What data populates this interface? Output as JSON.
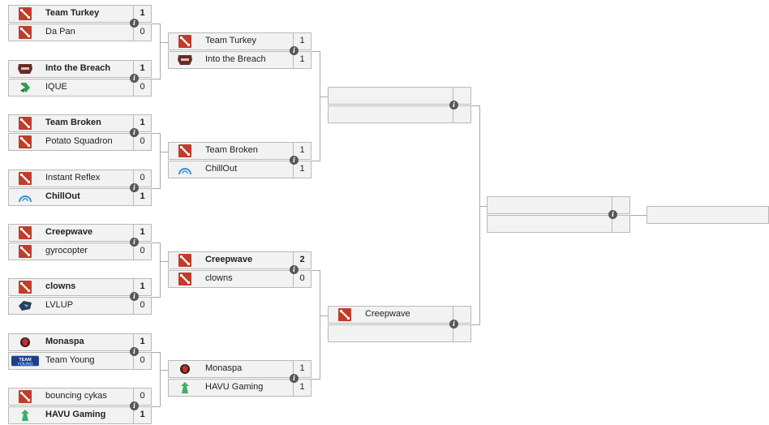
{
  "colors": {
    "slot_bg": "#f2f2f2",
    "border": "#b9b9b9",
    "line": "#a8a8a8",
    "info": "#575757",
    "dota_red": "#c23c2a"
  },
  "info_glyph": "i",
  "round1": [
    {
      "teams": [
        {
          "name": "Team Turkey",
          "score": "1",
          "win": true,
          "icon": "dota2-icon"
        },
        {
          "name": "Da Pan",
          "score": "0",
          "win": false,
          "icon": "dota2-icon"
        }
      ]
    },
    {
      "teams": [
        {
          "name": "Into the Breach",
          "score": "1",
          "win": true,
          "icon": "breach-logo-icon"
        },
        {
          "name": "IQUE",
          "score": "0",
          "win": false,
          "icon": "ique-logo-icon"
        }
      ]
    },
    {
      "teams": [
        {
          "name": "Team Broken",
          "score": "1",
          "win": true,
          "icon": "dota2-icon"
        },
        {
          "name": "Potato Squadron",
          "score": "0",
          "win": false,
          "icon": "dota2-icon"
        }
      ]
    },
    {
      "teams": [
        {
          "name": "Instant Reflex",
          "score": "0",
          "win": false,
          "icon": "dota2-icon"
        },
        {
          "name": "ChillOut",
          "score": "1",
          "win": true,
          "icon": "chillout-logo-icon"
        }
      ]
    },
    {
      "teams": [
        {
          "name": "Creepwave",
          "score": "1",
          "win": true,
          "icon": "dota2-icon"
        },
        {
          "name": "gyrocopter",
          "score": "0",
          "win": false,
          "icon": "dota2-icon"
        }
      ]
    },
    {
      "teams": [
        {
          "name": "clowns",
          "score": "1",
          "win": true,
          "icon": "dota2-icon"
        },
        {
          "name": "LVLUP",
          "score": "0",
          "win": false,
          "icon": "lvlup-logo-icon"
        }
      ]
    },
    {
      "teams": [
        {
          "name": "Monaspa",
          "score": "1",
          "win": true,
          "icon": "monaspa-logo-icon"
        },
        {
          "name": "Team Young",
          "score": "0",
          "win": false,
          "icon": "teamyoung-logo-icon"
        }
      ]
    },
    {
      "teams": [
        {
          "name": "bouncing cykas",
          "score": "0",
          "win": false,
          "icon": "dota2-icon"
        },
        {
          "name": "HAVU Gaming",
          "score": "1",
          "win": true,
          "icon": "havu-logo-icon"
        }
      ]
    }
  ],
  "round2": [
    {
      "teams": [
        {
          "name": "Team Turkey",
          "score": "1",
          "win": false,
          "icon": "dota2-icon"
        },
        {
          "name": "Into the Breach",
          "score": "1",
          "win": false,
          "icon": "breach-logo-icon"
        }
      ]
    },
    {
      "teams": [
        {
          "name": "Team Broken",
          "score": "1",
          "win": false,
          "icon": "dota2-icon"
        },
        {
          "name": "ChillOut",
          "score": "1",
          "win": false,
          "icon": "chillout-logo-icon"
        }
      ]
    },
    {
      "teams": [
        {
          "name": "Creepwave",
          "score": "2",
          "win": true,
          "icon": "dota2-icon"
        },
        {
          "name": "clowns",
          "score": "0",
          "win": false,
          "icon": "dota2-icon"
        }
      ]
    },
    {
      "teams": [
        {
          "name": "Monaspa",
          "score": "1",
          "win": false,
          "icon": "monaspa-logo-icon"
        },
        {
          "name": "HAVU Gaming",
          "score": "1",
          "win": false,
          "icon": "havu-logo-icon"
        }
      ]
    }
  ],
  "round3": [
    {
      "teams": [
        {
          "name": "",
          "score": "",
          "win": false,
          "icon": ""
        },
        {
          "name": "",
          "score": "",
          "win": false,
          "icon": ""
        }
      ]
    },
    {
      "teams": [
        {
          "name": "Creepwave",
          "score": "",
          "win": false,
          "icon": "dota2-icon"
        },
        {
          "name": "",
          "score": "",
          "win": false,
          "icon": ""
        }
      ]
    }
  ],
  "round4": [
    {
      "teams": [
        {
          "name": "",
          "score": "",
          "win": false,
          "icon": ""
        },
        {
          "name": "",
          "score": "",
          "win": false,
          "icon": ""
        }
      ]
    }
  ],
  "final": [
    {
      "teams": [
        {
          "name": "",
          "score": "",
          "win": false,
          "icon": ""
        }
      ]
    }
  ]
}
